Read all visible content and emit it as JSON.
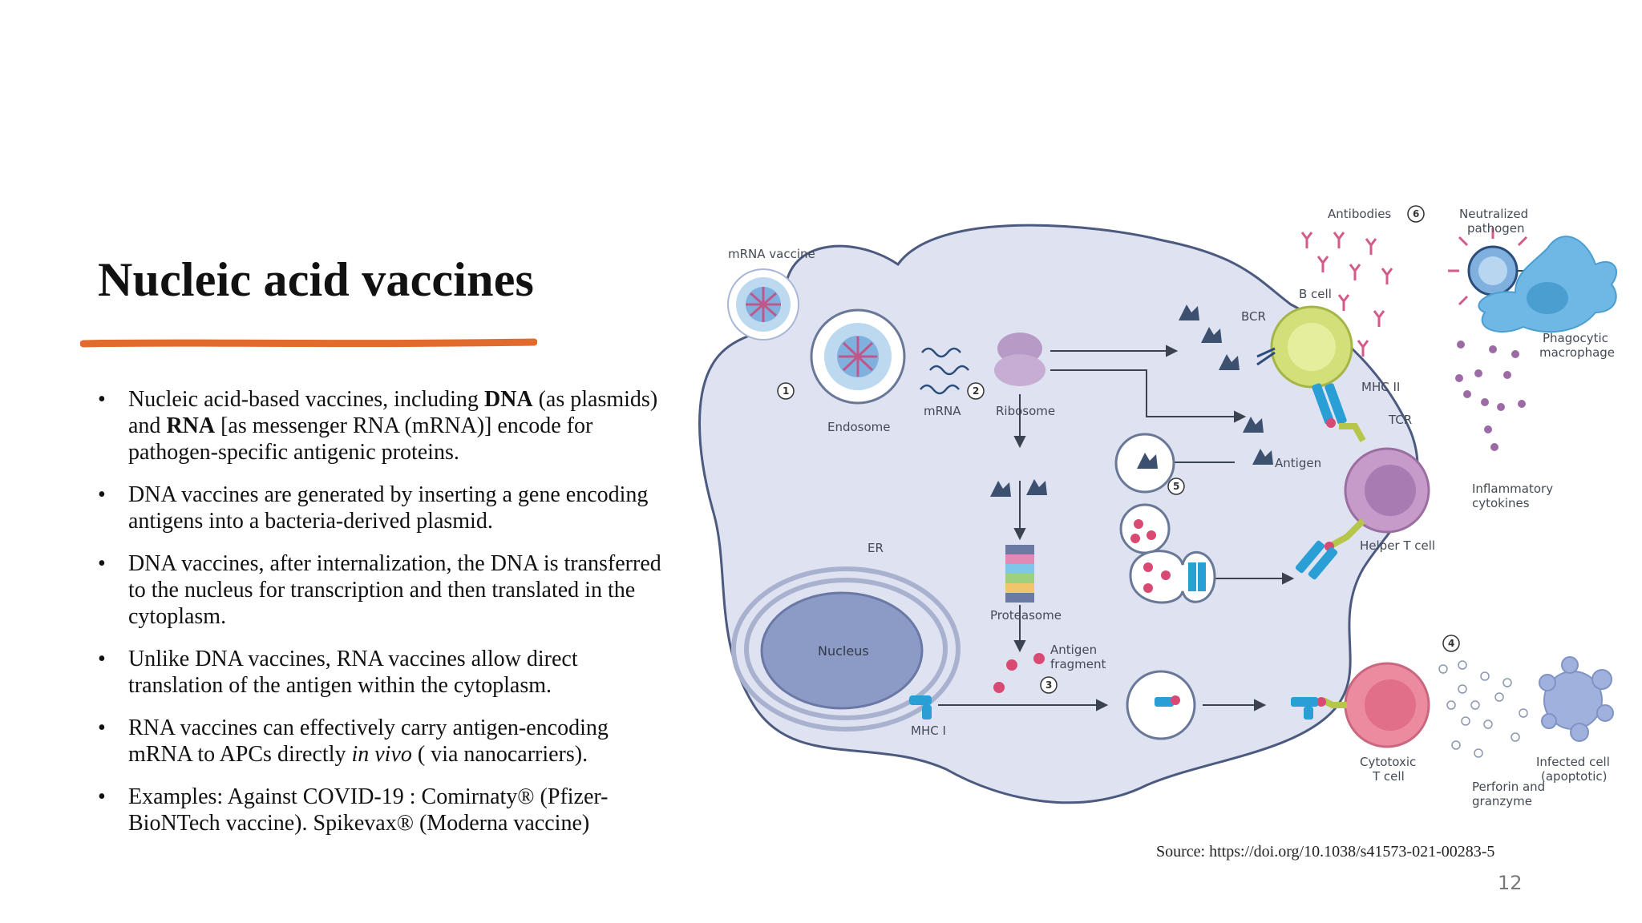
{
  "slide": {
    "title": "Nucleic acid vaccines",
    "accent_color": "#e16a2d",
    "bullets": [
      [
        {
          "t": "Nucleic acid-based vaccines, including "
        },
        {
          "t": "DNA",
          "b": true
        },
        {
          "t": " (as plasmids) and "
        },
        {
          "t": "RNA",
          "b": true
        },
        {
          "t": " [as messenger RNA (mRNA)] encode for pathogen-specific antigenic proteins."
        }
      ],
      [
        {
          "t": "DNA vaccines are generated by inserting a gene encoding antigens into a bacteria-derived plasmid."
        }
      ],
      [
        {
          "t": "DNA vaccines, after internalization, the DNA is transferred to the nucleus for transcription and then translated in the cytoplasm."
        }
      ],
      [
        {
          "t": "Unlike DNA vaccines, RNA vaccines allow direct translation of the antigen within the cytoplasm."
        }
      ],
      [
        {
          "t": "RNA vaccines can effectively carry antigen-encoding mRNA to APCs directly "
        },
        {
          "t": "in vivo",
          "i": true
        },
        {
          "t": " ( via nanocarriers)."
        }
      ],
      [
        {
          "t": "Examples: Against COVID-19 : Comirnaty® (Pfizer-BioNTech vaccine). Spikevax® (Moderna vaccine)"
        }
      ]
    ],
    "bullet_symbol": "•",
    "source": "Source: https://doi.org/10.1038/s41573-021-00283-5",
    "page_number": "12"
  },
  "figure": {
    "labels": {
      "mrna_vaccine": "mRNA vaccine",
      "endosome": "Endosome",
      "mrna": "mRNA",
      "ribosome": "Ribosome",
      "er": "ER",
      "nucleus": "Nucleus",
      "proteasome": "Proteasome",
      "antigen_fragment_1": "Antigen",
      "antigen_fragment_2": "fragment",
      "mhc1": "MHC I",
      "bcr": "BCR",
      "antigen": "Antigen",
      "b_cell": "B cell",
      "mhc2": "MHC II",
      "tcr": "TCR",
      "helper_t_cell": "Helper T cell",
      "antibodies": "Antibodies",
      "neutralized_pathogen_1": "Neutralized",
      "neutralized_pathogen_2": "pathogen",
      "phagocytic_macrophage_1": "Phagocytic",
      "phagocytic_macrophage_2": "macrophage",
      "inflammatory_cytokines_1": "Inflammatory",
      "inflammatory_cytokines_2": "cytokines",
      "cytotoxic_t_cell_1": "Cytotoxic",
      "cytotoxic_t_cell_2": "T cell",
      "perforin_granzyme_1": "Perforin and",
      "perforin_granzyme_2": "granzyme",
      "infected_cell_1": "Infected cell",
      "infected_cell_2": "(apoptotic)"
    },
    "steps": [
      "1",
      "2",
      "3",
      "4",
      "5",
      "6"
    ],
    "colors": {
      "cell": "#dfe3f1",
      "cell_border": "#4b5a7e",
      "nucleus": "#8c9ac6",
      "b_cell": "#d3e07a",
      "helper_t": "#c79bc9",
      "cytotoxic_t": "#ec8ba0",
      "macrophage": "#6fb8e6",
      "mhc": "#2a9fd6",
      "tcr": "#b6c64a",
      "antibody": "#d45a8a",
      "antigen": "#3d5070"
    }
  }
}
